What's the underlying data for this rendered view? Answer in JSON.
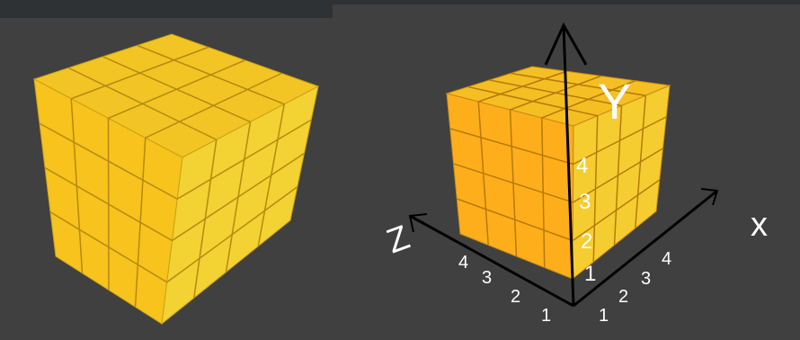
{
  "scene": {
    "cube_grid_size": 4,
    "colors": {
      "page_background": "#2f3235",
      "panel_background": "#404040",
      "cube_top": "#f2c524",
      "cube_left": "#f7c31c",
      "cube_right": "#f3d233",
      "cube_right_alt": "#ffb01c",
      "axis_line": "#000000",
      "label_text": "#ffffff"
    }
  },
  "left_panel": {
    "description_icon": "cube-icon"
  },
  "right_panel": {
    "axes": {
      "x": {
        "label": "x",
        "ticks": [
          "1",
          "2",
          "3",
          "4"
        ]
      },
      "y": {
        "label": "Y",
        "ticks": [
          "1",
          "2",
          "3",
          "4"
        ]
      },
      "z": {
        "label": "Z",
        "ticks": [
          "1",
          "2",
          "3",
          "4"
        ]
      }
    }
  }
}
